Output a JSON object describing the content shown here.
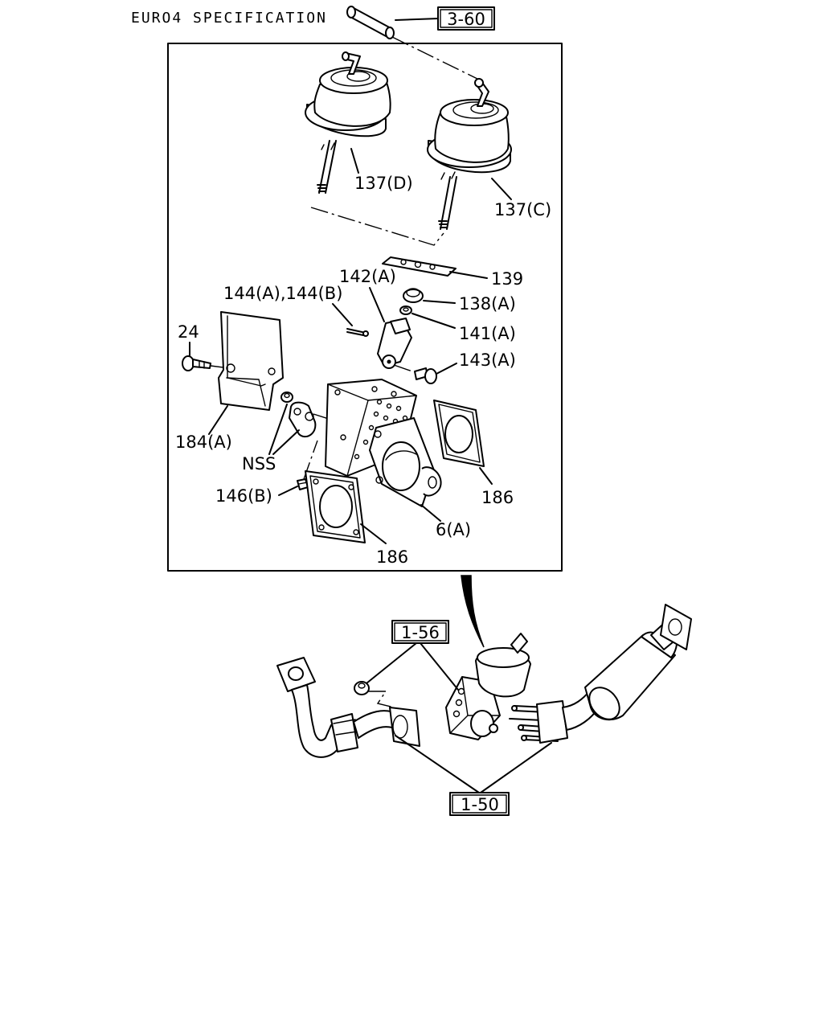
{
  "header": {
    "title": "EURO4 SPECIFICATION"
  },
  "refs": {
    "r1": "3-60",
    "r2": "1-56",
    "r3": "1-50"
  },
  "labels": {
    "l137d": "137(D)",
    "l137c": "137(C)",
    "l139": "139",
    "l142a": "142(A)",
    "l144": "144(A),144(B)",
    "l138a": "138(A)",
    "l141a": "141(A)",
    "l24": "24",
    "l143a": "143(A)",
    "l184a": "184(A)",
    "lnss": "NSS",
    "l146b": "146(B)",
    "l186a": "186",
    "l186b": "186",
    "l6a": "6(A)"
  }
}
